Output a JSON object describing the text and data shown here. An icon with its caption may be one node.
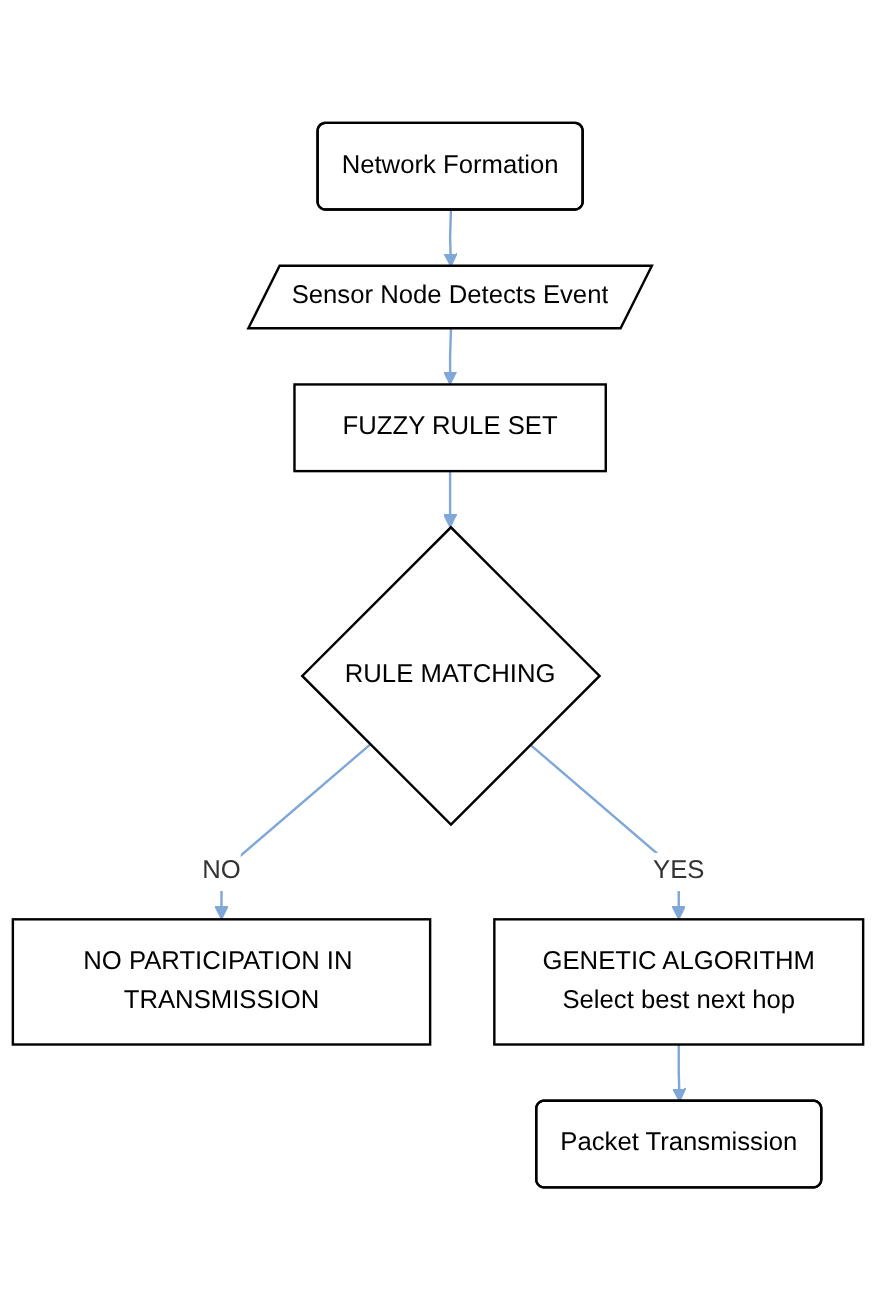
{
  "diagram": {
    "nodes": [
      {
        "text": [
          "Network Formation"
        ]
      },
      {
        "text": [
          "Sensor Node Detects Event"
        ]
      },
      {
        "text": [
          "FUZZY RULE SET"
        ]
      },
      {
        "text": [
          "RULE MATCHING"
        ]
      },
      {
        "text": [
          "NO PARTICIPATION IN TRANSMISSION"
        ]
      },
      {
        "text": [
          "GENETIC ALGORITHM",
          "Select best next hop"
        ]
      },
      {
        "text": [
          "Packet Transmission"
        ]
      }
    ],
    "edges": [
      {
        "from": 0,
        "to": 1,
        "arrow": "to"
      },
      {
        "from": 1,
        "to": 2,
        "arrow": "to"
      },
      {
        "from": 2,
        "to": 3,
        "arrow": "to"
      },
      {
        "from": 3,
        "to": 4,
        "arrow": "to",
        "label": "NO"
      },
      {
        "from": 3,
        "to": 5,
        "arrow": "to",
        "label": "YES"
      },
      {
        "from": 5,
        "to": 6,
        "arrow": "to"
      }
    ]
  }
}
